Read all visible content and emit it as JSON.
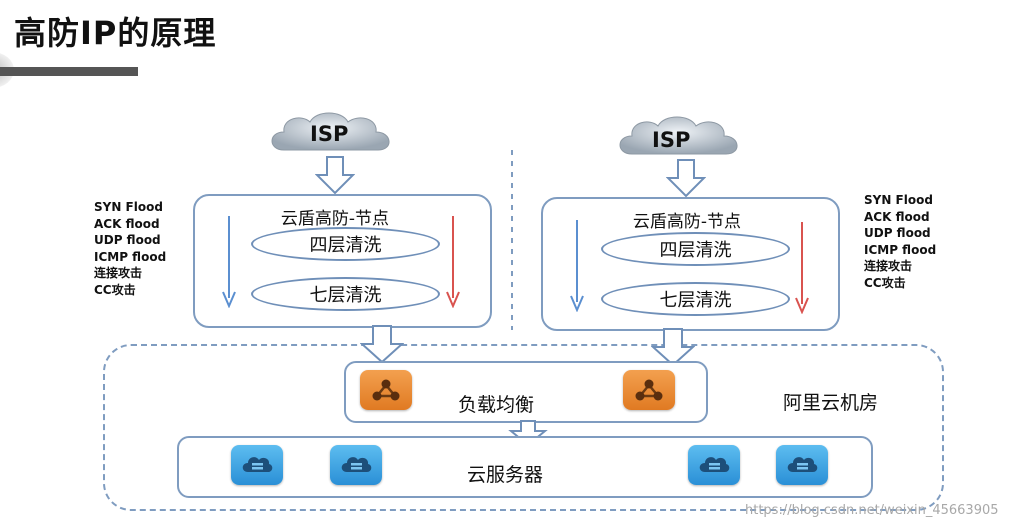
{
  "title": "高防IP的原理",
  "isp_label": "ISP",
  "node_title": "云盾高防-节点",
  "layer4_label": "四层清洗",
  "layer7_label": "七层清洗",
  "attacks": [
    "SYN Flood",
    "ACK flood",
    "UDP flood",
    "ICMP flood",
    "连接攻击",
    "CC攻击"
  ],
  "load_balancer_label": "负载均衡",
  "datacenter_label": "阿里云机房",
  "servers_label": "云服务器",
  "watermark": "https://blog.csdn.net/weixin_45663905",
  "colors": {
    "border": "#7f9cc0",
    "arrow_blue": "#5b8fd0",
    "arrow_red": "#d9534f",
    "lb_orange": "#e9862f",
    "server_blue": "#3aa3e3"
  },
  "icons": {
    "isp": "cloud-icon",
    "load_balancer": "load-balancer-icon",
    "server": "cloud-server-icon"
  }
}
